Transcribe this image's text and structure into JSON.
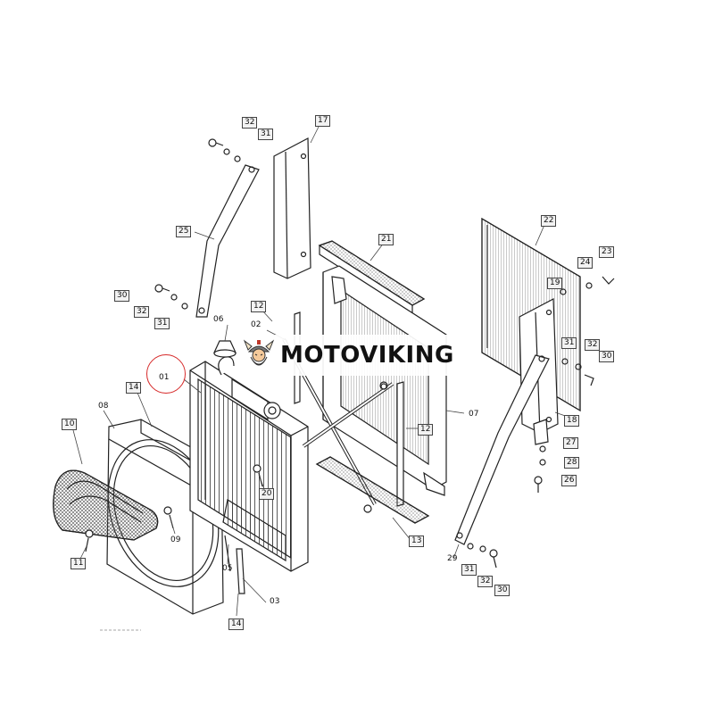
{
  "watermark": {
    "brand": "MOTOVIKING",
    "logo_icon": "viking-head-icon",
    "accent_color": "#c0392b"
  },
  "highlight": {
    "part": "01",
    "color": "#d62828"
  },
  "parts": {
    "p01": "01",
    "p02": "02",
    "p03": "03",
    "p05": "05",
    "p06": "06",
    "p07": "07",
    "p08": "08",
    "p09": "09",
    "p10": "10",
    "p11": "11",
    "p12a": "12",
    "p12b": "12",
    "p13": "13",
    "p14a": "14",
    "p14b": "14",
    "p17": "17",
    "p18": "18",
    "p19": "19",
    "p20": "20",
    "p21": "21",
    "p22": "22",
    "p23": "23",
    "p24": "24",
    "p25": "25",
    "p26": "26",
    "p27": "27",
    "p28": "28",
    "p29": "29",
    "p30a": "30",
    "p30b": "30",
    "p30c": "30",
    "p31a": "31",
    "p31b": "31",
    "p31c": "31",
    "p31d": "31",
    "p32a": "32",
    "p32b": "32",
    "p32c": "32",
    "p32d": "32"
  }
}
